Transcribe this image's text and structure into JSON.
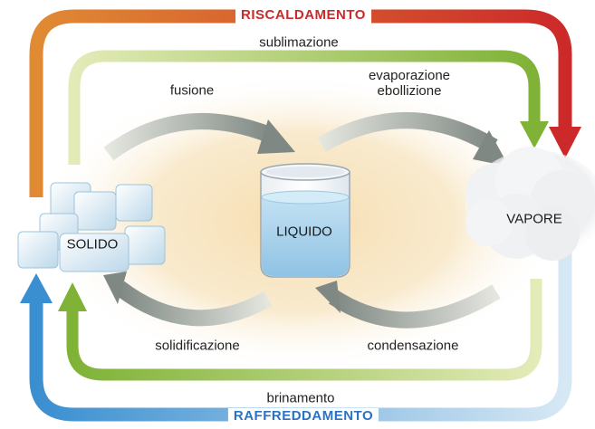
{
  "diagram": {
    "heating_label": "RISCALDAMENTO",
    "cooling_label": "RAFFREDDAMENTO",
    "states": {
      "solid": "SOLIDO",
      "liquid": "LIQUIDO",
      "vapor": "VAPORE"
    },
    "transitions": {
      "sublimation": "sublimazione",
      "fusion": "fusione",
      "evaporation": "evaporazione",
      "boiling": "ebollizione",
      "solidification": "solidificazione",
      "condensation": "condensazione",
      "deposition": "brinamento"
    },
    "colors": {
      "heating_start": "#e07b2a",
      "heating_end": "#cc2a2a",
      "cooling_start": "#3a8fd0",
      "cooling_end": "#cfe4f3",
      "green_light": "#dbe6a8",
      "green_dark": "#86b33a",
      "gray_arrow": "#8a928d",
      "center_glow": "#f6ddae",
      "water": "#a8d2ec",
      "label_red": "#cc2a2a",
      "label_blue": "#2a73c2"
    }
  }
}
